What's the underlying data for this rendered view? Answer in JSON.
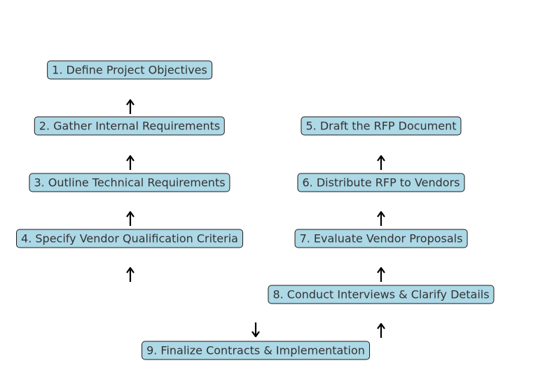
{
  "flowchart": {
    "steps": [
      {
        "id": 1,
        "label": "1. Define Project Objectives"
      },
      {
        "id": 2,
        "label": "2. Gather Internal Requirements"
      },
      {
        "id": 3,
        "label": "3. Outline Technical Requirements"
      },
      {
        "id": 4,
        "label": "4. Specify Vendor Qualification Criteria"
      },
      {
        "id": 5,
        "label": "5. Draft the RFP Document"
      },
      {
        "id": 6,
        "label": "6. Distribute RFP to Vendors"
      },
      {
        "id": 7,
        "label": "7. Evaluate Vendor Proposals"
      },
      {
        "id": 8,
        "label": "8. Conduct Interviews & Clarify Details"
      },
      {
        "id": 9,
        "label": "9. Finalize Contracts & Implementation"
      }
    ],
    "connections": [
      {
        "from": 2,
        "to": 1,
        "direction": "up"
      },
      {
        "from": 3,
        "to": 2,
        "direction": "up"
      },
      {
        "from": 4,
        "to": 3,
        "direction": "up"
      },
      {
        "from": null,
        "to": 4,
        "direction": "up"
      },
      {
        "from": 6,
        "to": 5,
        "direction": "up"
      },
      {
        "from": 7,
        "to": 6,
        "direction": "up"
      },
      {
        "from": 8,
        "to": 7,
        "direction": "up"
      },
      {
        "from": 9,
        "to": 8,
        "direction": "up"
      },
      {
        "from": null,
        "to": 9,
        "direction": "down"
      }
    ],
    "colors": {
      "box_fill": "#add8e6",
      "box_border": "#1a1a1a",
      "text": "#333333",
      "arrow": "#000000"
    }
  }
}
